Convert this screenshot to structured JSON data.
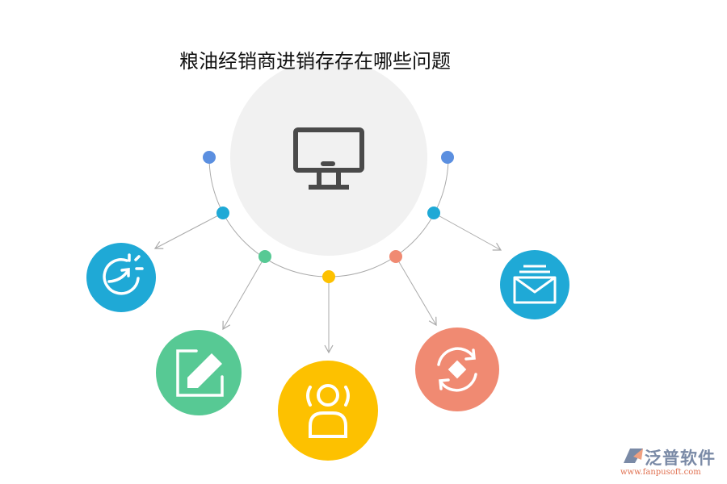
{
  "title": "粮油经销商进销存存在哪些问题",
  "colors": {
    "blue": "#1fa9d6",
    "green": "#57c994",
    "yellow": "#fdc100",
    "salmon": "#f08a72",
    "top_dot": "#5b8fe0",
    "center": "#f1f1f1",
    "icon_dark": "#4a4a4a",
    "line": "#aaaaaa"
  },
  "center_icon": "monitor-icon",
  "nodes": [
    {
      "icon": "speed-arrow-icon",
      "color": "blue"
    },
    {
      "icon": "edit-icon",
      "color": "green"
    },
    {
      "icon": "user-icon",
      "color": "yellow"
    },
    {
      "icon": "refresh-icon",
      "color": "salmon"
    },
    {
      "icon": "mail-icon",
      "color": "blue"
    }
  ],
  "logo": {
    "name": "泛普软件",
    "url": "www.fanpusoft.com"
  }
}
